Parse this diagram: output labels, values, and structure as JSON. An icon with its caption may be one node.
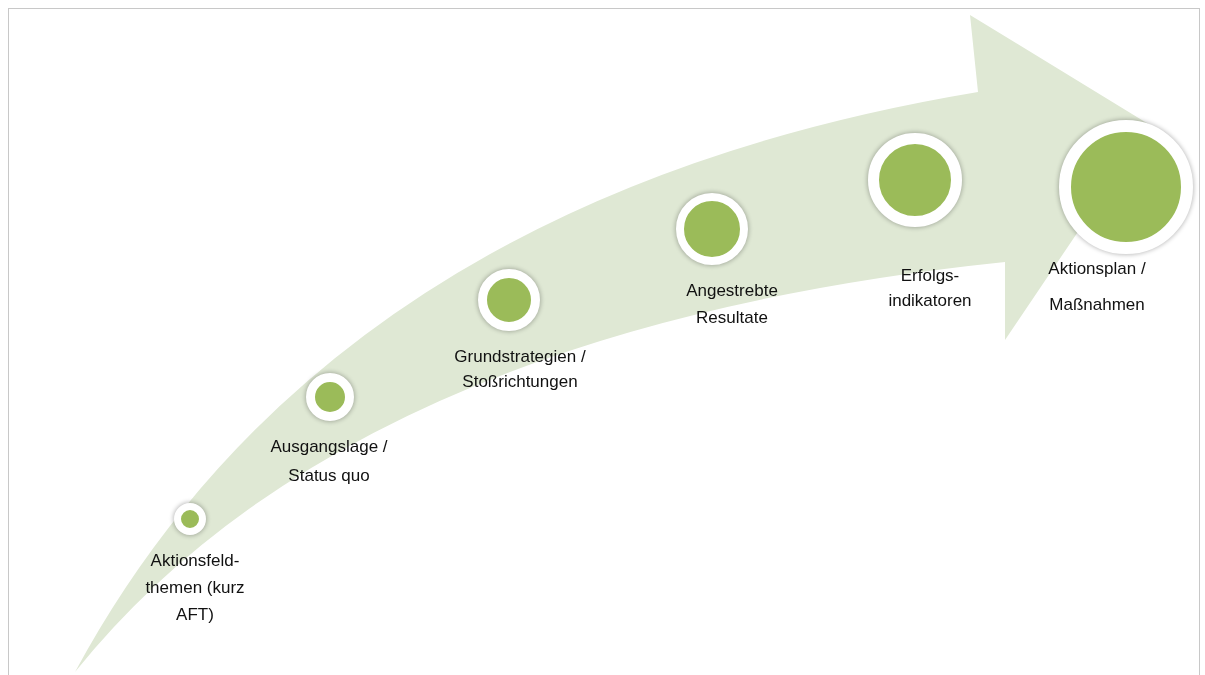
{
  "diagram": {
    "nodes": [
      {
        "text": [
          "Aktionsfeld- themen (kurz AFT)"
        ]
      },
      {
        "text": [
          "Ausgangslage / Status quo"
        ]
      },
      {
        "text": [
          "Grundstrategien / Stoßrichtungen"
        ]
      },
      {
        "text": [
          "Angestrebte Resultate"
        ]
      },
      {
        "text": [
          "Erfolgs- indikatoren"
        ]
      },
      {
        "text": [
          "Aktionsplan / Maßnahmen"
        ]
      }
    ]
  }
}
